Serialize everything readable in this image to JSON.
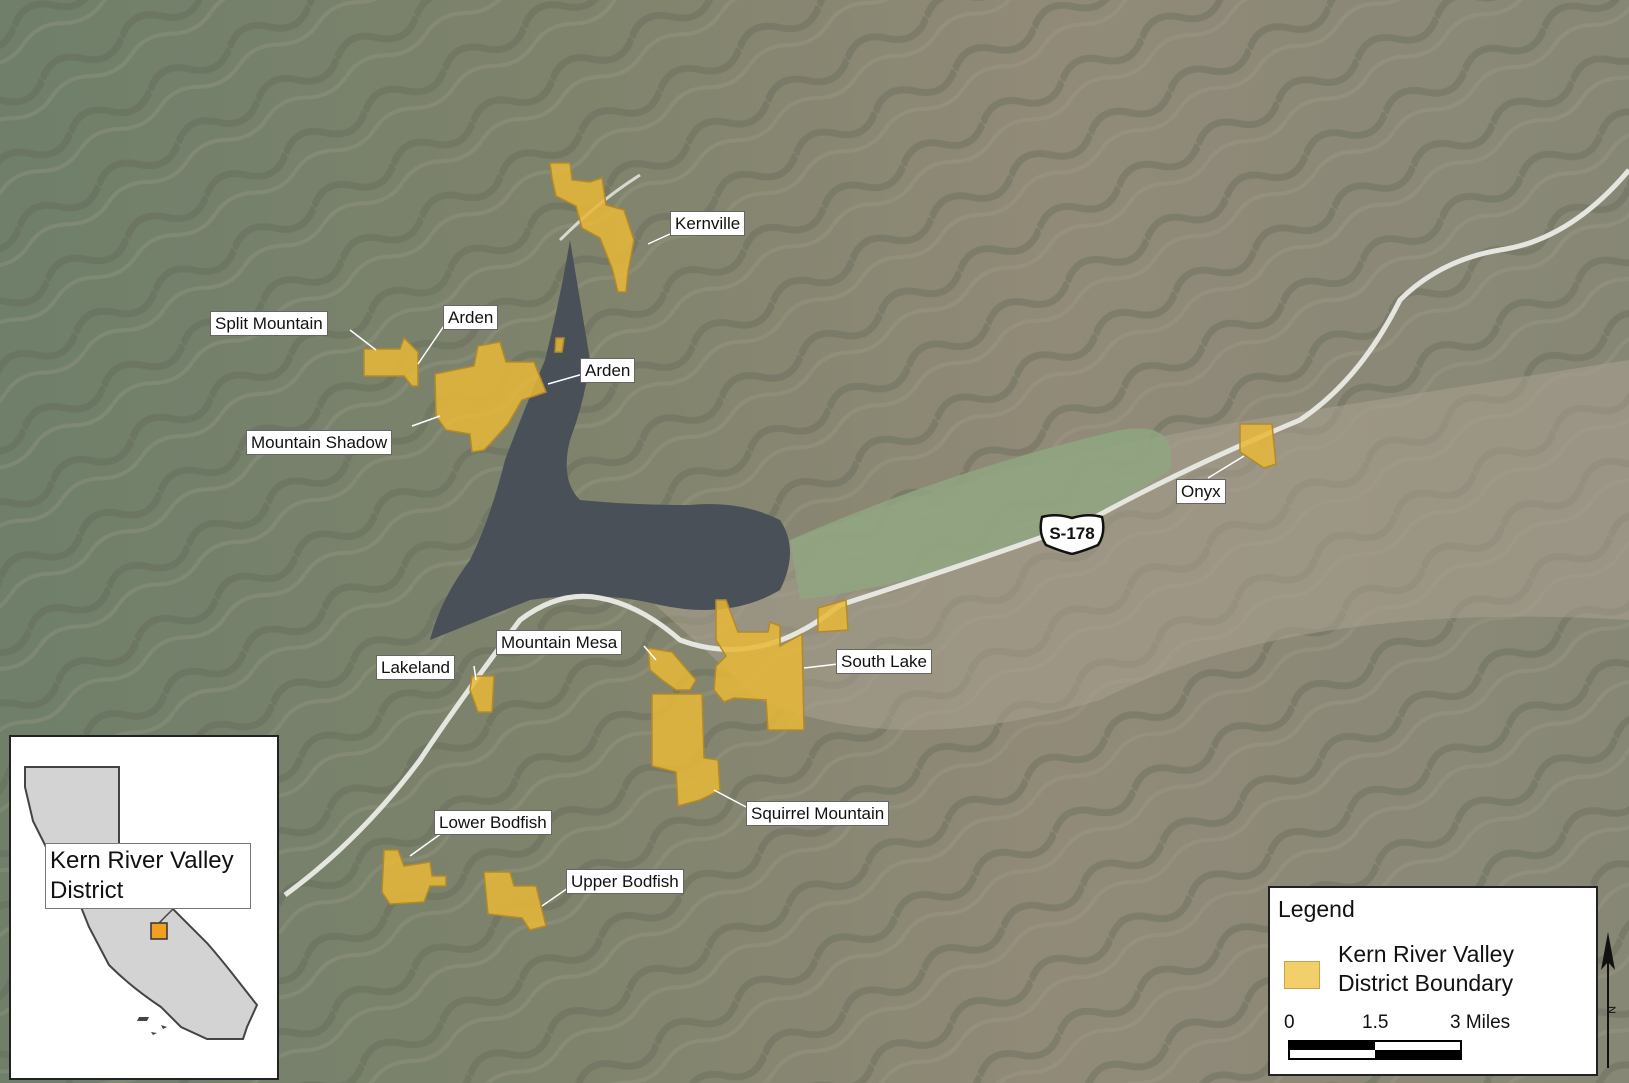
{
  "map": {
    "places": [
      {
        "id": "kernville",
        "label": "Kernville"
      },
      {
        "id": "split-mountain",
        "label": "Split Mountain"
      },
      {
        "id": "arden-1",
        "label": "Arden"
      },
      {
        "id": "arden-2",
        "label": "Arden"
      },
      {
        "id": "mountain-shadow",
        "label": "Mountain Shadow"
      },
      {
        "id": "onyx",
        "label": "Onyx"
      },
      {
        "id": "mountain-mesa",
        "label": "Mountain Mesa"
      },
      {
        "id": "lakeland",
        "label": "Lakeland"
      },
      {
        "id": "south-lake",
        "label": "South Lake"
      },
      {
        "id": "squirrel-mountain",
        "label": "Squirrel Mountain"
      },
      {
        "id": "lower-bodfish",
        "label": "Lower Bodfish"
      },
      {
        "id": "upper-bodfish",
        "label": "Upper Bodfish"
      }
    ],
    "highway_shield": "S-178",
    "inset": {
      "label_line1": "Kern River Valley",
      "label_line2": "District"
    },
    "legend": {
      "title": "Legend",
      "item_line1": "Kern River Valley",
      "item_line2": "District Boundary",
      "swatch_color": "#f3cf6b",
      "scale_ticks": [
        "0",
        "1.5",
        "3 Miles"
      ]
    },
    "north_arrow": "N",
    "colors": {
      "district_fill": "#e8b938",
      "terrain": "#8a8c72",
      "water": "#4a5058",
      "road": "#e6e6e0",
      "valley_green": "#8fa680"
    }
  }
}
